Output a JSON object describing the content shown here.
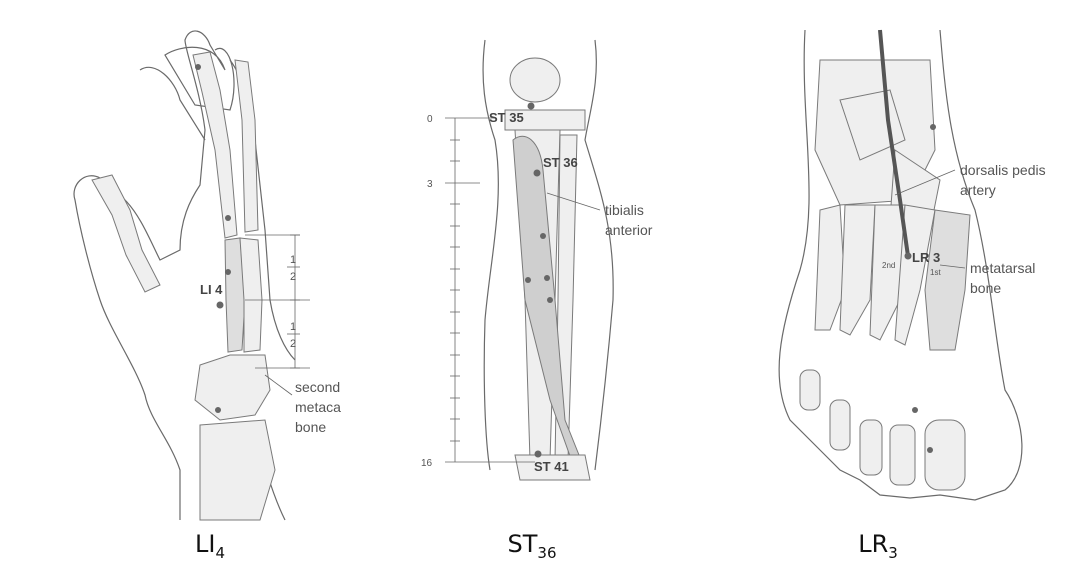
{
  "panels": {
    "hand": {
      "point_label": "LI 4",
      "fraction_top_num": "1",
      "fraction_top_den": "2",
      "fraction_bot_num": "1",
      "fraction_bot_den": "2",
      "bone_label_1": "second",
      "bone_label_2": "metaca",
      "bone_label_3": "bone",
      "caption_main": "LI",
      "caption_sub": "4"
    },
    "leg": {
      "scale_top": "0",
      "scale_mid": "3",
      "scale_bottom": "16",
      "point_st35": "ST 35",
      "point_st36": "ST 36",
      "point_st41": "ST 41",
      "muscle_label_1": "tibialis",
      "muscle_label_2": "anterior",
      "caption_main": "ST",
      "caption_sub": "36"
    },
    "foot": {
      "artery_label_1": "dorsalis pedis",
      "artery_label_2": "artery",
      "point_label": "LR 3",
      "label_2nd": "2nd",
      "label_1st": "1st",
      "bone_label_1": "metatarsal",
      "bone_label_2": "bone",
      "caption_main": "LR",
      "caption_sub": "3"
    }
  }
}
